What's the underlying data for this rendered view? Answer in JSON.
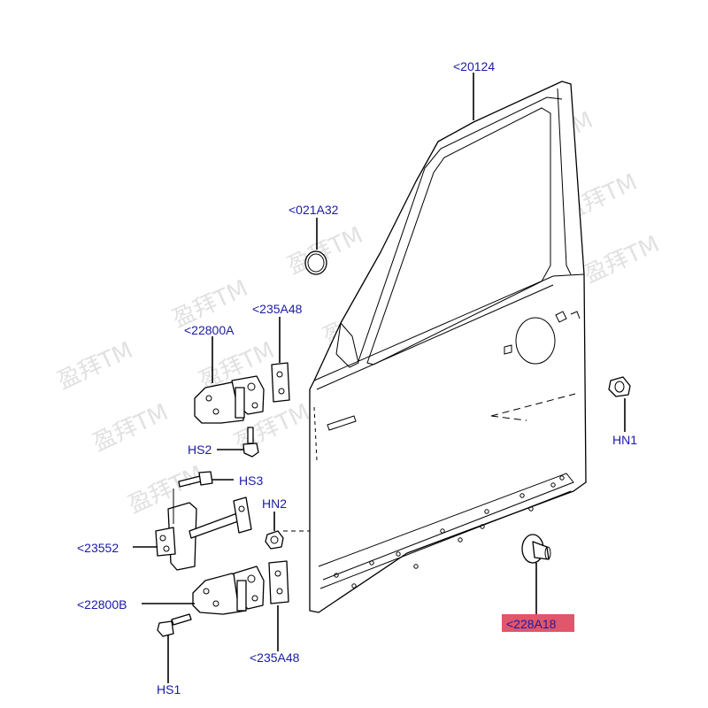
{
  "colors": {
    "callout_text": "#1a1aa6",
    "highlight_fill": "#e0566b",
    "watermark": "#c9c9c9",
    "line": "#000000"
  },
  "callouts": {
    "door_shell": "<20124",
    "plug": "<021A32",
    "hinge_upper": "<22800A",
    "shim_upper": "<235A48",
    "bolt_hs2": "HS2",
    "bolt_hs3": "HS3",
    "check_arm": "<23552",
    "nut_hn2": "HN2",
    "hinge_lower": "<22800B",
    "bolt_hs1": "HS1",
    "shim_lower": "<235A48",
    "nut_hn1": "HN1",
    "bump_stop": "<228A18"
  },
  "watermark_text": "盈拜TM"
}
